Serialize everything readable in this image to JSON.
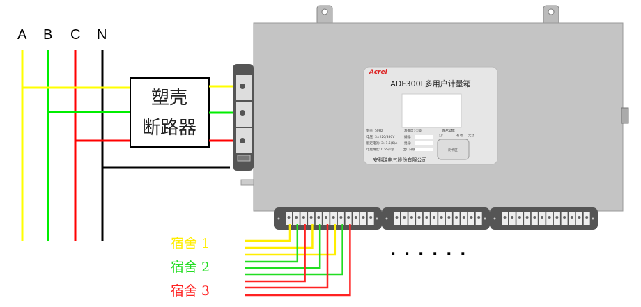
{
  "phases": [
    {
      "label": "A",
      "color": "#ffff00"
    },
    {
      "label": "B",
      "color": "#00ee00"
    },
    {
      "label": "C",
      "color": "#ff0000"
    },
    {
      "label": "N",
      "color": "#000000"
    }
  ],
  "breaker": {
    "line1": "塑壳",
    "line2": "断路器"
  },
  "meter_box": {
    "brand": "Acrel",
    "model_title": "ADF300L多用户计量箱",
    "spec_lines": [
      "频率: 50Hz",
      "电压: 3×220/380V",
      "额定电流: 3×1.5(6)A",
      "电能精度: 0.5S/1级",
      "准确度: ①级",
      "编号:",
      "批号:",
      "出厂日期:",
      "脉冲常数:",
      "灯:",
      "有功",
      "无功"
    ],
    "card_label": "刷卡区",
    "company": "安科瑞电气股份有限公司"
  },
  "dorms": [
    {
      "label": "宿舍 1",
      "color": "#ffee00"
    },
    {
      "label": "宿舍 2",
      "color": "#22dd22"
    },
    {
      "label": "宿舍 3",
      "color": "#ff2222"
    }
  ],
  "ellipsis": "· · · · · ·"
}
